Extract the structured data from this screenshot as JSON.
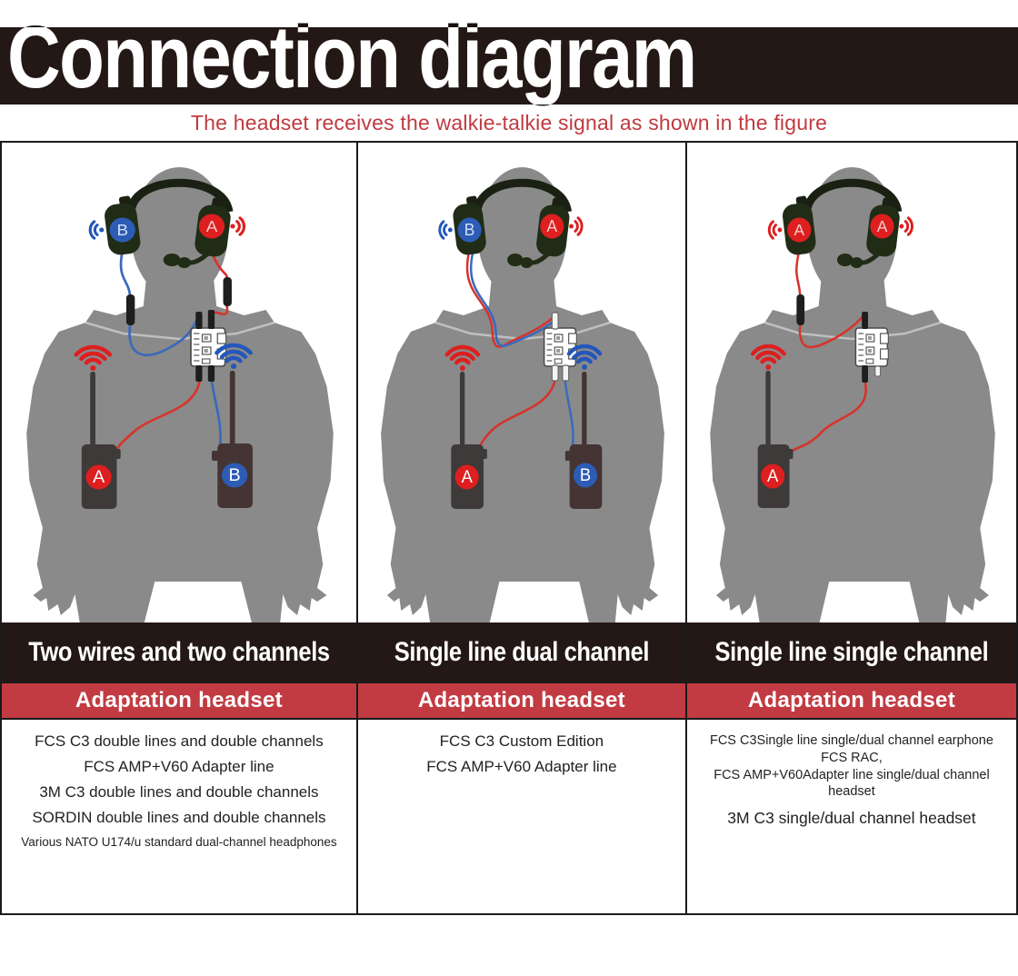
{
  "header": {
    "title": "Connection diagram",
    "subtitle": "The headset receives the walkie-talkie signal as shown in the figure"
  },
  "colors": {
    "banner_dark": "#231815",
    "accent_red": "#c23b42",
    "subtitle_red": "#c03a40",
    "signal_red": "#dd1f1f",
    "signal_blue": "#2456bb",
    "badge_red": "#dd1f1f",
    "badge_blue": "#2d5cb5",
    "silhouette_gray": "#8a8a8a"
  },
  "panels": [
    {
      "title": "Two wires and two channels",
      "banner": "Adaptation headset",
      "headset_left_badge": "B",
      "headset_right_badge": "A",
      "radios": [
        {
          "label": "A"
        },
        {
          "label": "B"
        }
      ],
      "items": [
        {
          "text": "FCS C3 double lines and double channels"
        },
        {
          "text": "FCS AMP+V60 Adapter line"
        },
        {
          "text": "3M C3 double lines and double channels"
        },
        {
          "text": "SORDIN double lines and double channels"
        },
        {
          "text": "Various NATO U174/u standard dual-channel headphones"
        }
      ]
    },
    {
      "title": "Single line dual channel",
      "banner": "Adaptation headset",
      "headset_left_badge": "B",
      "headset_right_badge": "A",
      "radios": [
        {
          "label": "A"
        },
        {
          "label": "B"
        }
      ],
      "items": [
        {
          "text": "FCS C3 Custom Edition"
        },
        {
          "text": "FCS AMP+V60 Adapter line"
        }
      ]
    },
    {
      "title": "Single line single channel",
      "banner": "Adaptation headset",
      "headset_left_badge": "A",
      "headset_right_badge": "A",
      "radios": [
        {
          "label": "A"
        }
      ],
      "items": [
        {
          "text": "FCS C3Single line single/dual channel earphone"
        },
        {
          "text": "FCS RAC,"
        },
        {
          "text": "FCS AMP+V60Adapter line single/dual channel headset"
        },
        {
          "text": "3M C3 single/dual channel headset"
        }
      ]
    }
  ]
}
